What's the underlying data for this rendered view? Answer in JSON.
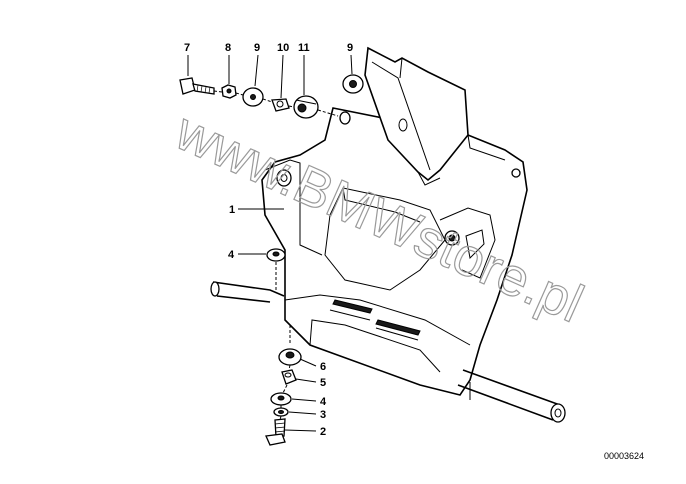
{
  "diagram": {
    "callouts": [
      {
        "id": "7",
        "label": "7"
      },
      {
        "id": "8",
        "label": "8"
      },
      {
        "id": "9a",
        "label": "9"
      },
      {
        "id": "10",
        "label": "10"
      },
      {
        "id": "11",
        "label": "11"
      },
      {
        "id": "9b",
        "label": "9"
      },
      {
        "id": "1",
        "label": "1"
      },
      {
        "id": "4a",
        "label": "4"
      },
      {
        "id": "6",
        "label": "6"
      },
      {
        "id": "5",
        "label": "5"
      },
      {
        "id": "4b",
        "label": "4"
      },
      {
        "id": "3",
        "label": "3"
      },
      {
        "id": "2",
        "label": "2"
      }
    ],
    "watermark": "www.BMWstore.pl",
    "part_number": "00003624"
  }
}
